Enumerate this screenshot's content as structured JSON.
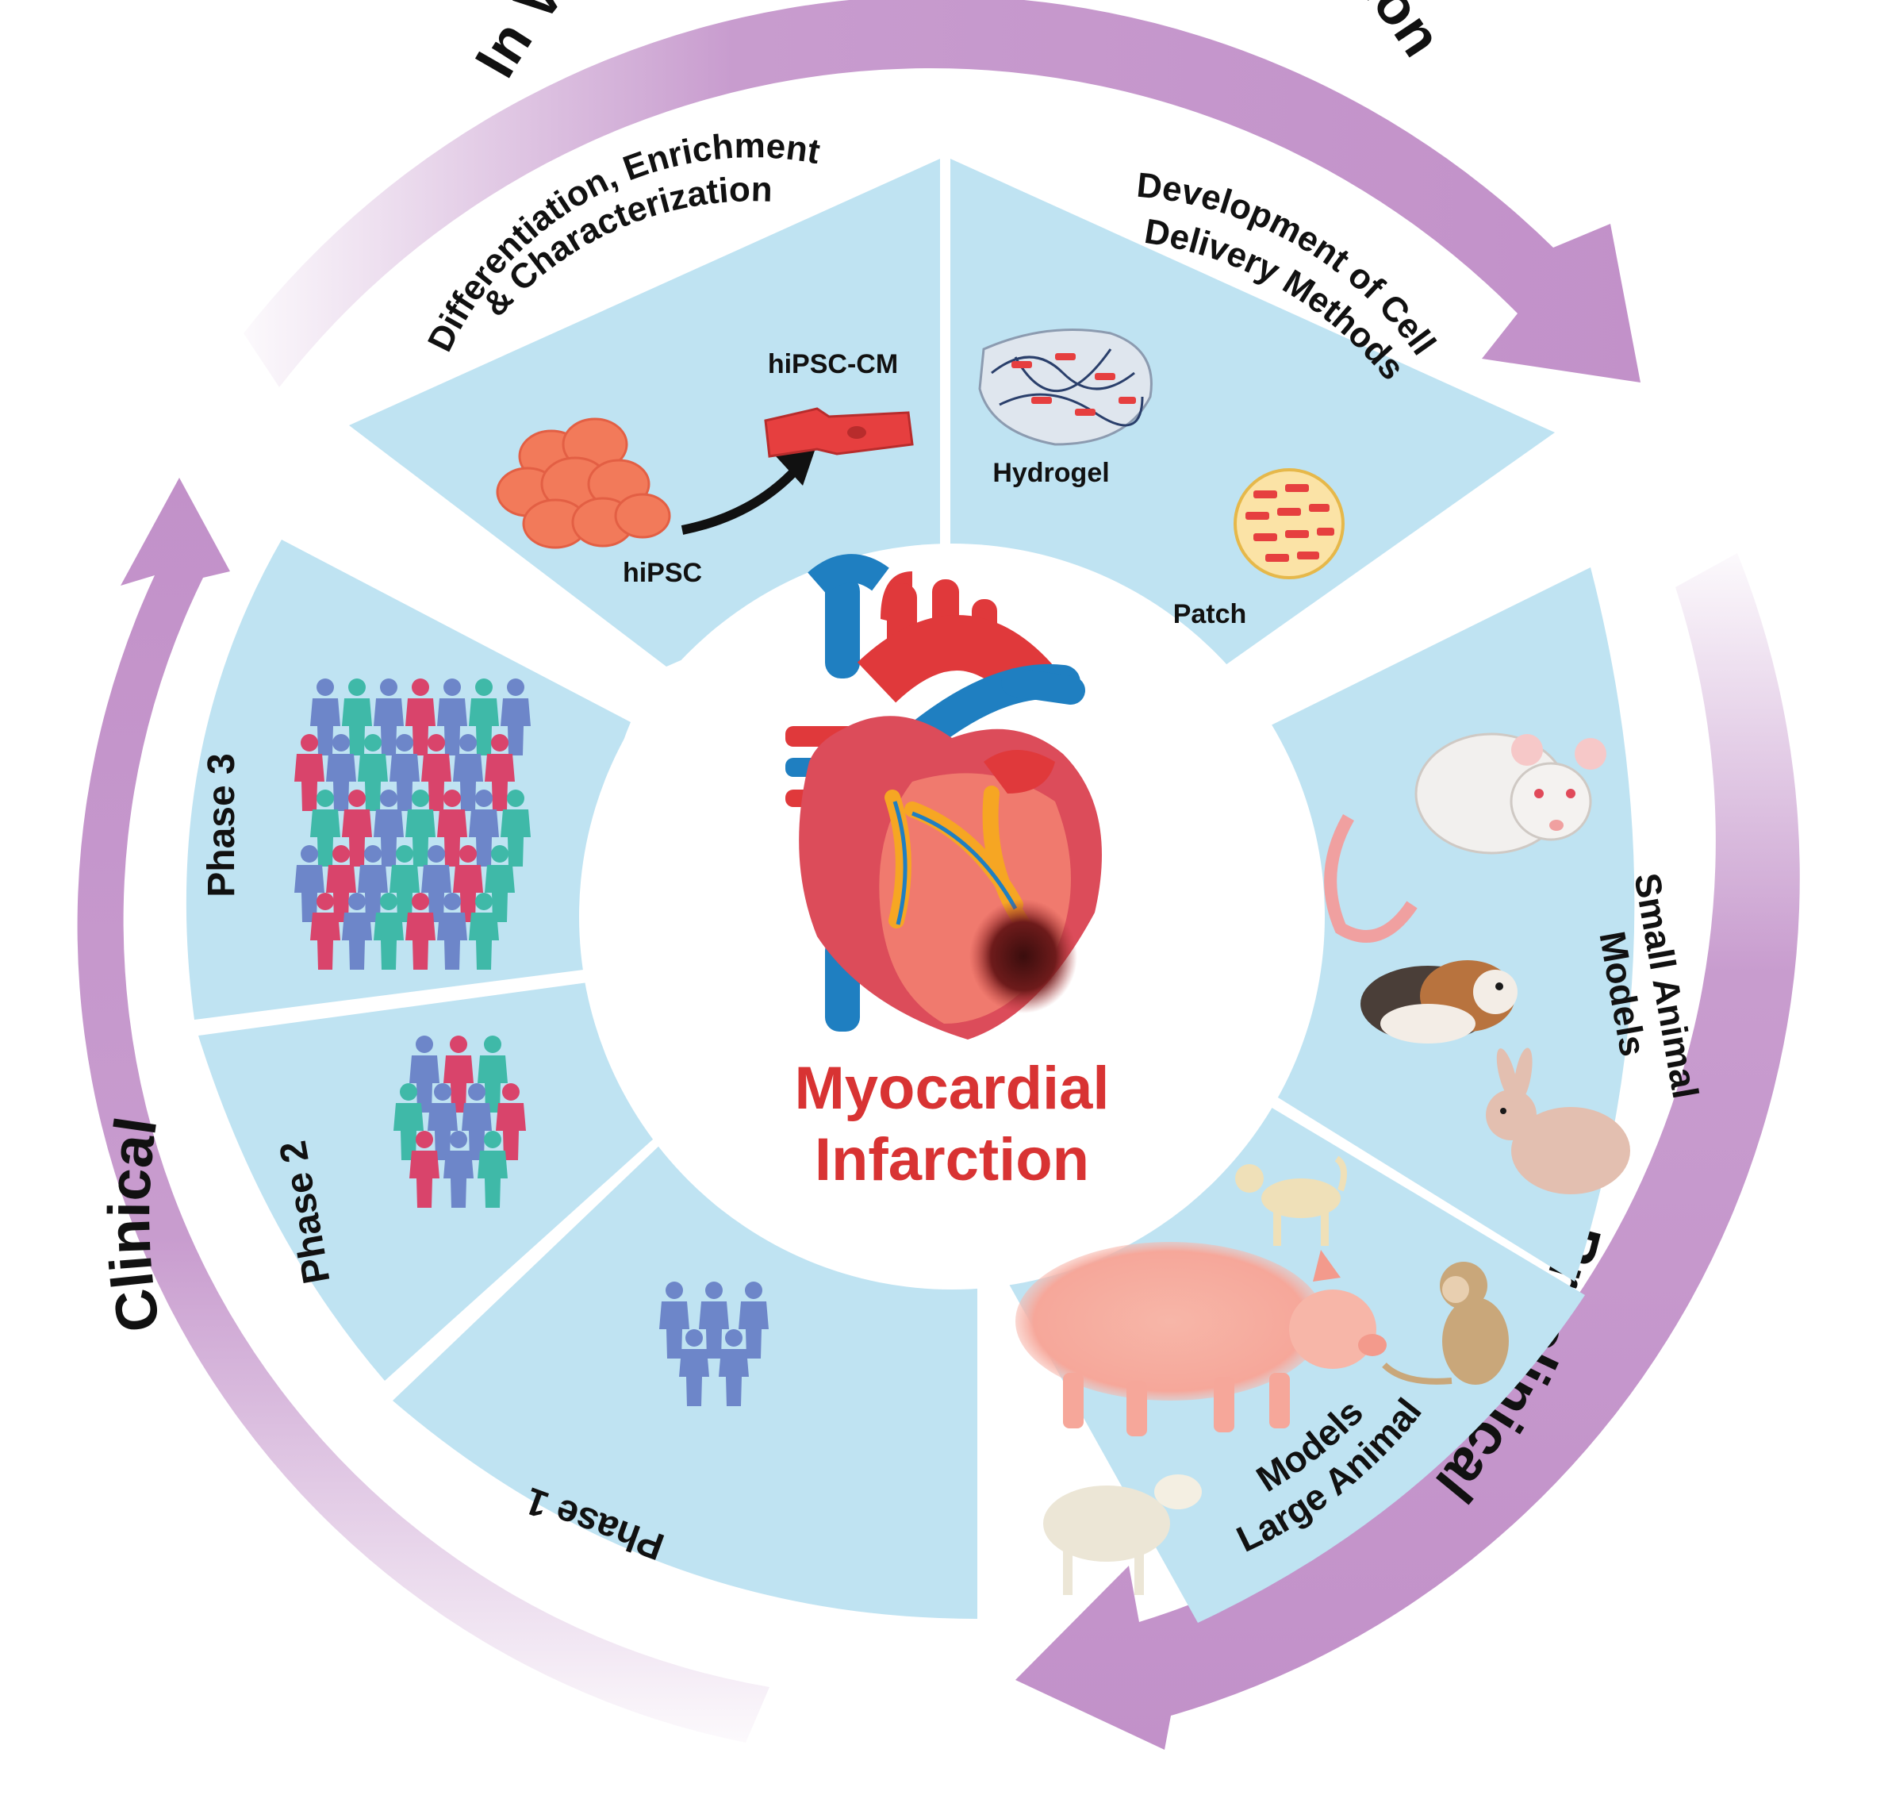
{
  "center": {
    "title_line1": "Myocardial",
    "title_line2": "Infarction"
  },
  "stages": {
    "in_vitro": "In Vitro Development & Characterization",
    "preclinical": "Preclinical",
    "clinical": "Clinical"
  },
  "panels": {
    "differentiation": {
      "title_line1": "Differentiation, Enrichment",
      "title_line2": "& Characterization",
      "label_cm": "hiPSC-CM",
      "label_ipsc": "hiPSC"
    },
    "delivery": {
      "title_line1": "Development of Cell",
      "title_line2": "Delivery Methods",
      "label_hydrogel": "Hydrogel",
      "label_patch": "Patch"
    },
    "small_animal": {
      "title_line1": "Small Animal",
      "title_line2": "Models"
    },
    "large_animal": {
      "title_line1": "Large Animal",
      "title_line2": "Models"
    },
    "phase1": "Phase 1",
    "phase2": "Phase 2",
    "phase3": "Phase 3"
  },
  "colors": {
    "panel": "#bfe3f2",
    "arrow": "#c291c9",
    "heart_red": "#e0393b",
    "vessel_blue": "#1f7fc1",
    "text": "#111111",
    "title_red": "#d83333",
    "people_blue": "#6d86c9",
    "people_teal": "#3fb9a8",
    "people_pink": "#d9446b"
  }
}
